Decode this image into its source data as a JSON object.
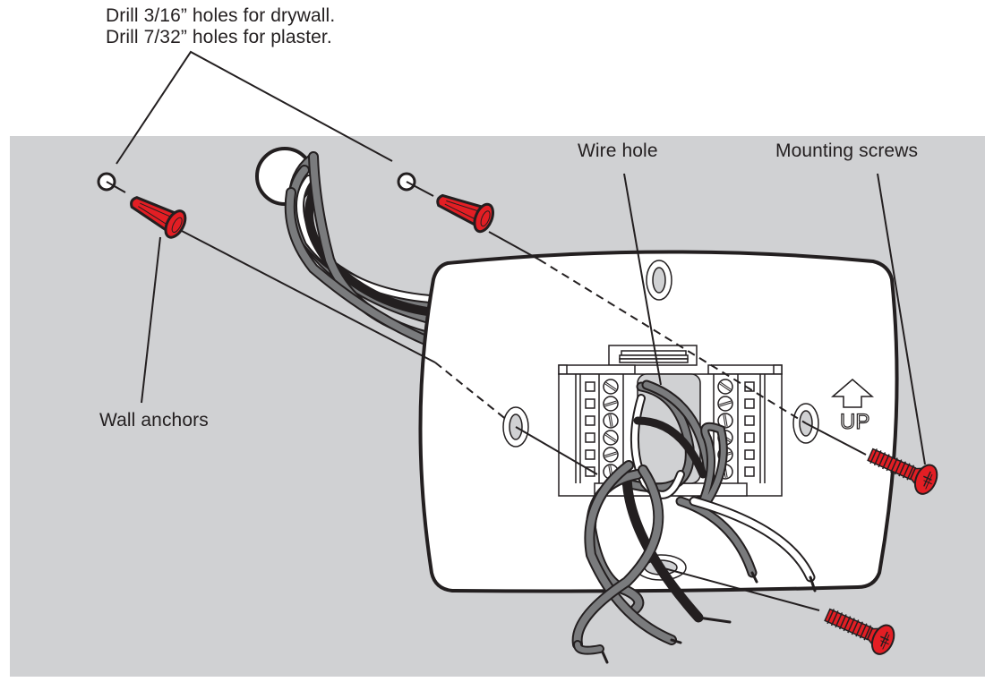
{
  "diagram": {
    "subject": "Thermostat wallplate mounting",
    "caption": {
      "lines": [
        "Drill 3/16” holes for drywall.",
        "Drill 7/32” holes for plaster."
      ]
    },
    "callouts": {
      "wire_hole": "Wire hole",
      "mounting_screws": "Mounting screws",
      "wall_anchors": "Wall anchors"
    },
    "wallplate": {
      "orientation_marker": "UP",
      "terminal_blocks": [
        {
          "side": "left",
          "terminals": 6
        },
        {
          "side": "right",
          "terminals": 6
        }
      ]
    },
    "parts": [
      {
        "name": "drill-hole",
        "count": 2
      },
      {
        "name": "wall-anchor",
        "count": 2,
        "color": "#e31e24"
      },
      {
        "name": "mounting-screw",
        "count": 2,
        "color": "#e31e24"
      }
    ],
    "colors": {
      "wall": "#d0d1d3",
      "outline": "#231f20",
      "hardware_red": "#e31e24",
      "wire_gray": "#7a7b7d",
      "plate": "#ffffff"
    }
  }
}
